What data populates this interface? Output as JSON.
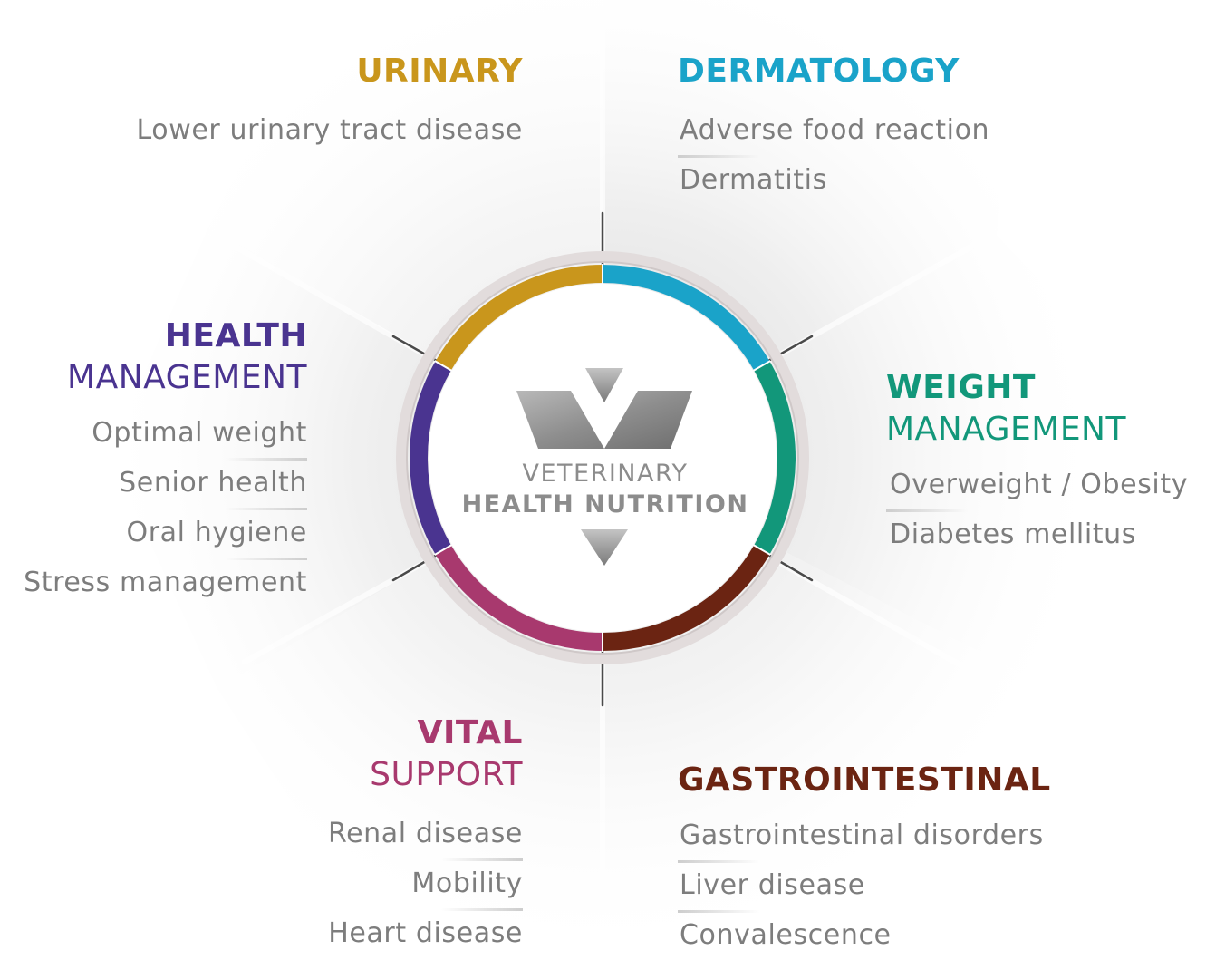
{
  "center": {
    "line1": "VETERINARY",
    "line2": "HEALTH NUTRITION"
  },
  "ring_colors": {
    "urinary": "#c9961c",
    "dermatology": "#1aa3c9",
    "weight": "#12977a",
    "gastrointestinal": "#6b2412",
    "vital": "#a8396e",
    "health": "#4a3490"
  },
  "categories": {
    "urinary": {
      "title_bold": "URINARY",
      "color": "#c9961c",
      "items": [
        "Lower urinary tract disease"
      ]
    },
    "dermatology": {
      "title_bold": "DERMATOLOGY",
      "color": "#1aa3c9",
      "items": [
        "Adverse food reaction",
        "Dermatitis"
      ]
    },
    "health": {
      "title_bold": "HEALTH",
      "title_light": "MANAGEMENT",
      "color": "#4a3490",
      "items": [
        "Optimal weight",
        "Senior health",
        "Oral hygiene",
        "Stress management"
      ]
    },
    "weight": {
      "title_bold": "WEIGHT",
      "title_light": "MANAGEMENT",
      "color": "#12977a",
      "items": [
        "Overweight / Obesity",
        "Diabetes mellitus"
      ]
    },
    "vital": {
      "title_bold": "VITAL",
      "title_light": "SUPPORT",
      "color": "#a8396e",
      "items": [
        "Renal disease",
        "Mobility",
        "Heart disease"
      ]
    },
    "gastrointestinal": {
      "title_bold": "GASTROINTESTINAL",
      "color": "#6b2412",
      "items": [
        "Gastrointestinal disorders",
        "Liver disease",
        "Convalescence"
      ]
    }
  }
}
